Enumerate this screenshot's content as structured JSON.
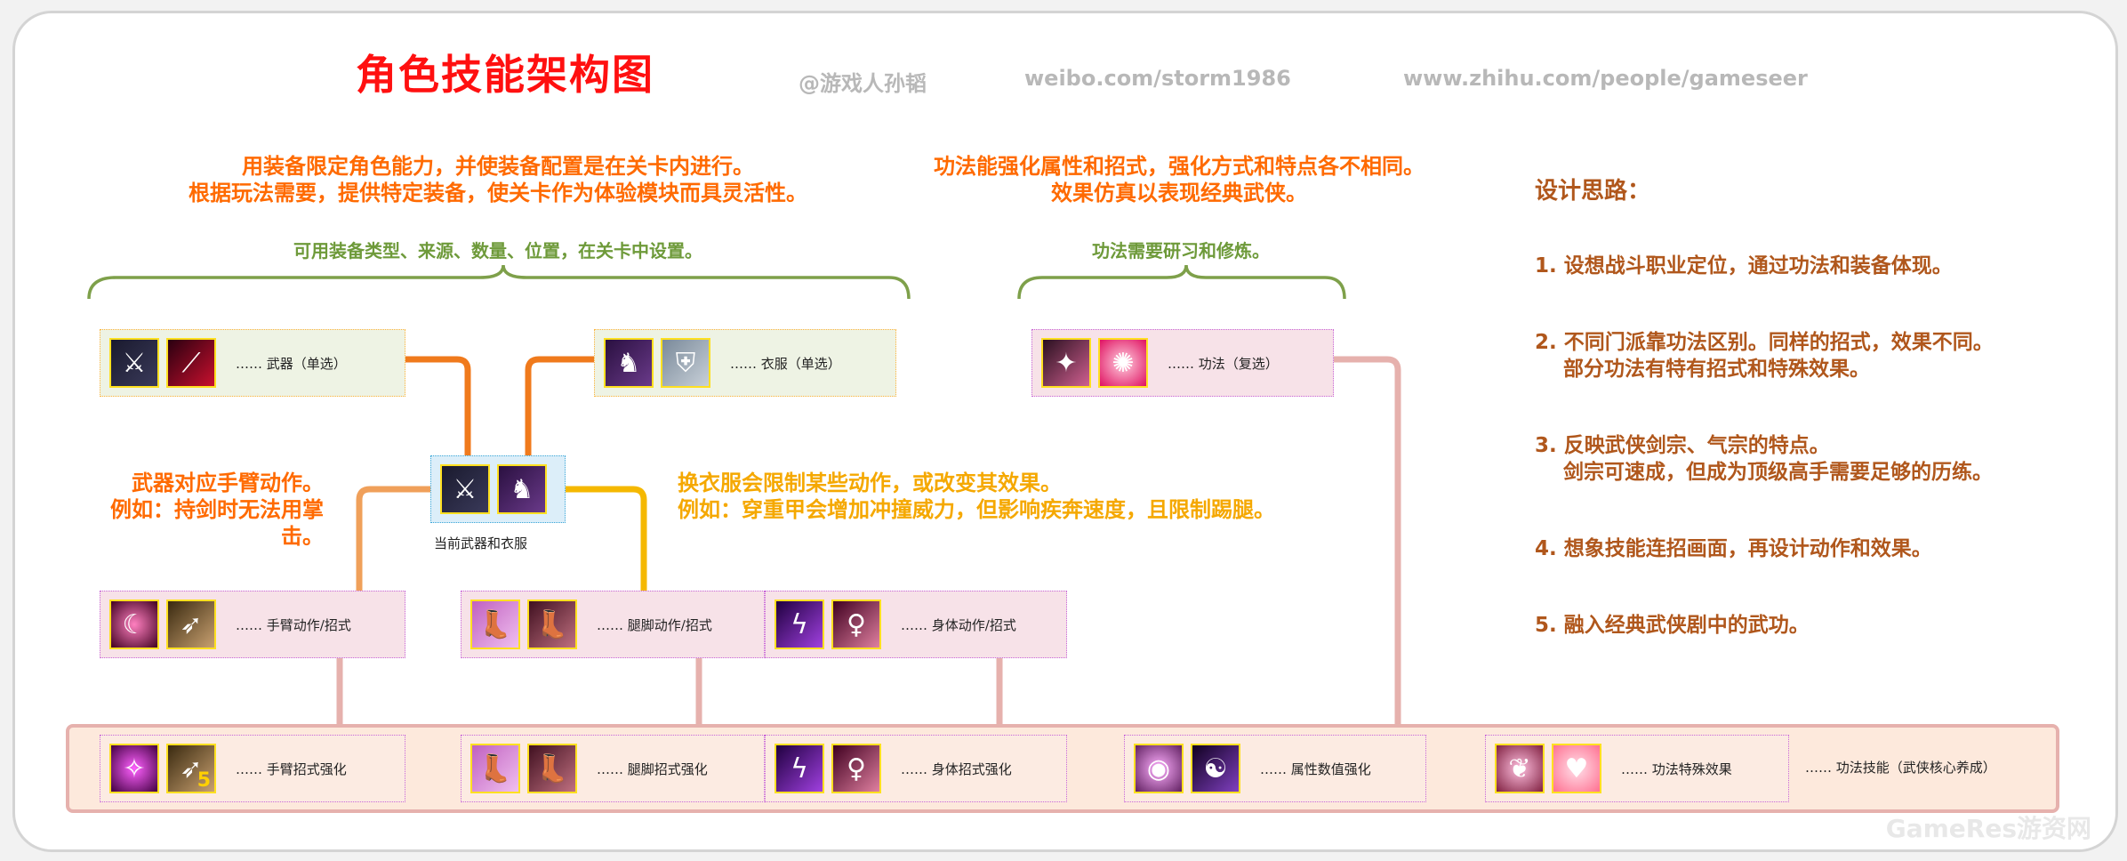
{
  "header": {
    "title": "角色技能架构图",
    "credit_handle": "@游戏人孙韬",
    "credit_weibo": "weibo.com/storm1986",
    "credit_zhihu": "www.zhihu.com/people/gameseer"
  },
  "annotations": {
    "equip_line1": "用装备限定角色能力，并使装备配置是在关卡内进行。",
    "equip_line2": "根据玩法需要，提供特定装备，使关卡作为体验模块而具灵活性。",
    "equip_sub": "可用装备类型、来源、数量、位置，在关卡中设置。",
    "gongfa_line1": "功法能强化属性和招式，强化方式和特点各不相同。",
    "gongfa_line2": "效果仿真以表现经典武侠。",
    "gongfa_sub": "功法需要研习和修炼。",
    "weapon_note_line1": "武器对应手臂动作。",
    "weapon_note_line2": "例如：持剑时无法用掌击。",
    "clothes_note_line1": "换衣服会限制某些动作，或改变其效果。",
    "clothes_note_line2": "例如：穿重甲会增加冲撞威力，但影响疾奔速度，且限制踢腿。"
  },
  "boxes": {
    "weapon": "…… 武器（单选）",
    "clothes": "…… 衣服（单选）",
    "gongfa": "…… 功法（复选）",
    "current": "当前武器和衣服",
    "arm": "…… 手臂动作/招式",
    "leg": "…… 腿脚动作/招式",
    "body": "…… 身体动作/招式",
    "arm_enh": "…… 手臂招式强化",
    "leg_enh": "…… 腿脚招式强化",
    "body_enh": "…… 身体招式强化",
    "attr_enh": "…… 属性数值强化",
    "gongfa_special": "…… 功法特殊效果",
    "gongfa_skill": "…… 功法技能（武侠核心养成）",
    "badge_number": "5"
  },
  "design": {
    "heading": "设计思路：",
    "items": [
      "1. 设想战斗职业定位，通过功法和装备体现。",
      "2. 不同门派靠功法区别。同样的招式，效果不同。\n    部分功法有特有招式和特殊效果。",
      "3. 反映武侠剑宗、气宗的特点。\n    剑宗可速成，但成为顶级高手需要足够的历练。",
      "4. 想象技能连招画面，再设计动作和效果。",
      "5. 融入经典武侠剧中的武功。"
    ]
  },
  "watermark": "GameRes游资网",
  "colors": {
    "title": "#ff1010",
    "orange": "#ff6a00",
    "green": "#6e9a3a",
    "design_brown": "#b0571c",
    "connector_orange": "#f07a1c",
    "connector_yellow": "#f5b800",
    "connector_pink": "#e6b1ad"
  },
  "icons": [
    "sword-icon",
    "red-slash-icon",
    "armored-knight-icon",
    "armor-chest-icon",
    "glowing-blade-icon",
    "pink-burst-icon",
    "crescent-slash-icon",
    "spear-tip-icon",
    "boot-icon",
    "kick-boot-icon",
    "lightning-figure-icon",
    "robed-figure-icon",
    "heart-orb-icon",
    "meditating-figure-icon",
    "hearts-icon",
    "heart-icon"
  ]
}
